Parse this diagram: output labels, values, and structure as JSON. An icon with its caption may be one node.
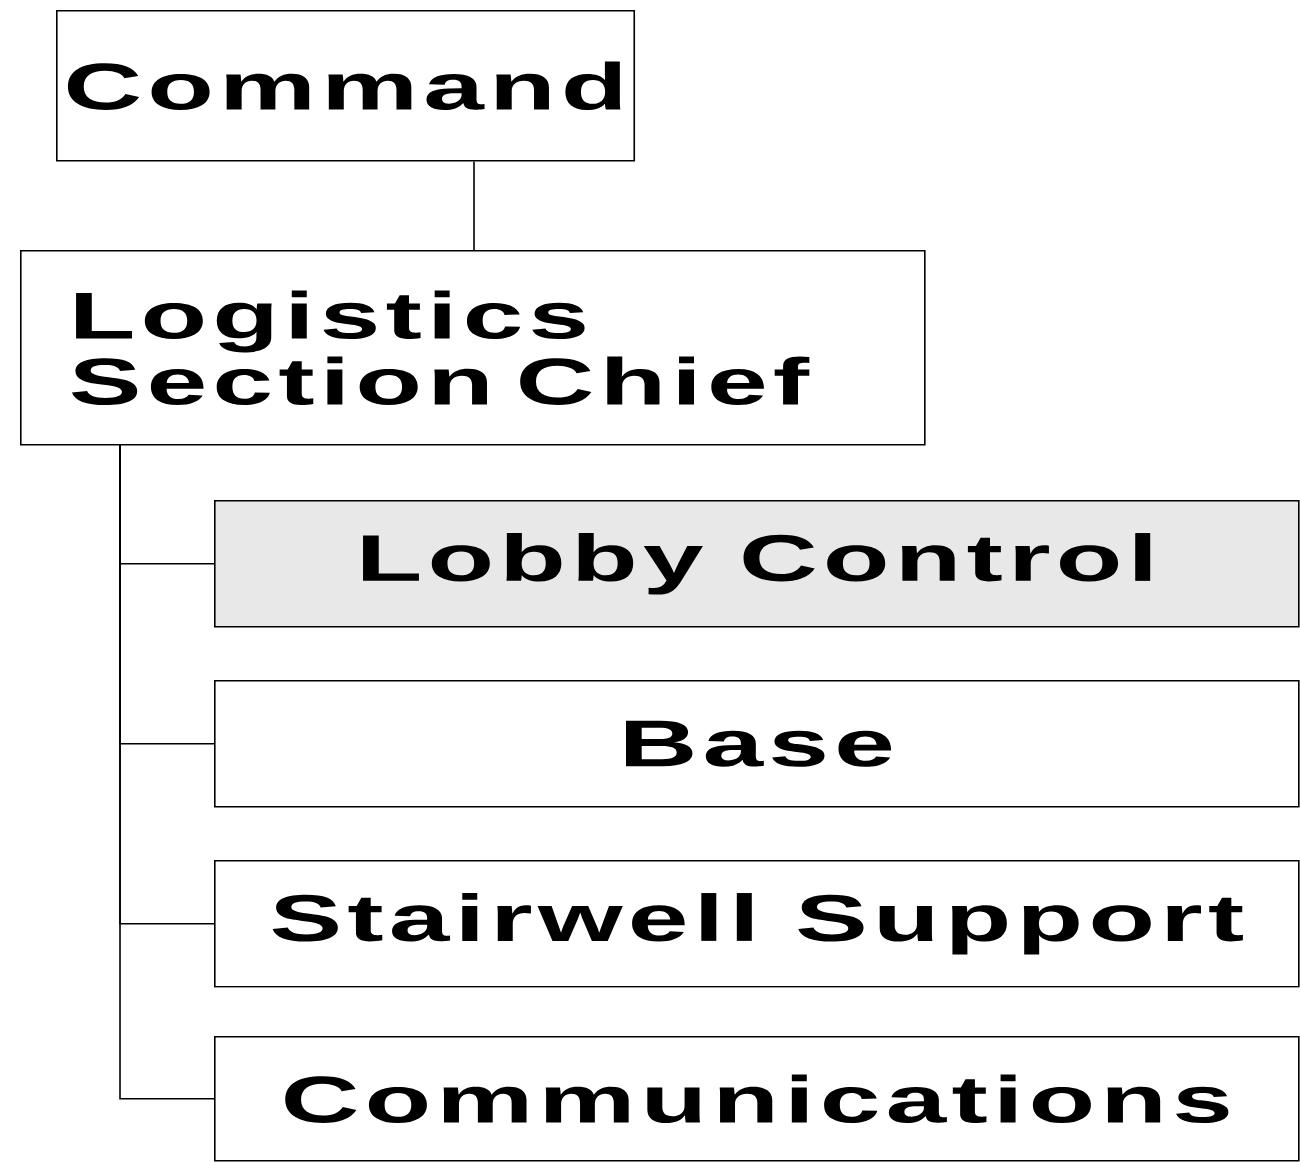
{
  "diagram": {
    "nodes": [
      {
        "text": [
          "Command"
        ]
      },
      {
        "text": [
          "Logistics Section Chief"
        ]
      },
      {
        "text": [
          "Lobby Control"
        ]
      },
      {
        "text": [
          "Base"
        ]
      },
      {
        "text": [
          "Stairwell Support"
        ]
      },
      {
        "text": [
          "Communications"
        ]
      }
    ],
    "edges": [
      {
        "from": 0,
        "to": 1,
        "arrow": "none"
      },
      {
        "from": 1,
        "to": 2,
        "arrow": "none"
      },
      {
        "from": 1,
        "to": 3,
        "arrow": "none"
      },
      {
        "from": 1,
        "to": 4,
        "arrow": "none"
      },
      {
        "from": 1,
        "to": 5,
        "arrow": "none"
      }
    ]
  }
}
